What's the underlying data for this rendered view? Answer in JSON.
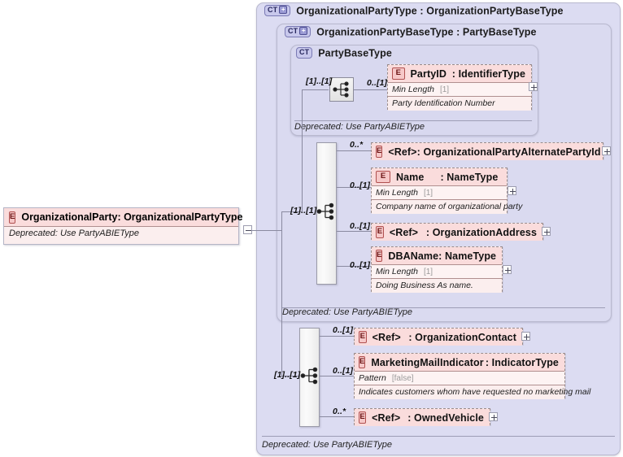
{
  "diagram": {
    "kind": "xsd-schema-diagram",
    "root_element": {
      "badge": "E",
      "name": "OrganizationalParty",
      "separator": ":",
      "type": "OrganizationalPartyType",
      "documentation": "Deprecated: Use PartyABIEType",
      "expander": "minus"
    },
    "containers": [
      {
        "badge": "CT",
        "badge_plus": "+",
        "name": "OrganizationalPartyType",
        "separator": ":",
        "base": "OrganizationPartyBaseType",
        "title": "OrganizationalPartyType : OrganizationPartyBaseType"
      },
      {
        "badge": "CT",
        "badge_plus": "+",
        "name": "OrganizationPartyBaseType",
        "separator": ":",
        "base": "PartyBaseType",
        "title": "OrganizationPartyBaseType : PartyBaseType",
        "documentation": "Deprecated: Use PartyABIEType"
      },
      {
        "badge": "CT",
        "name": "PartyBaseType",
        "title": "PartyBaseType",
        "documentation": "Deprecated: Use PartyABIEType"
      }
    ],
    "outer_documentation": "Deprecated: Use PartyABIEType",
    "compositors": [
      {
        "id": "seq-partybase",
        "kind": "sequence",
        "cardinality": "[1]..[1]"
      },
      {
        "id": "seq-orgbase",
        "kind": "sequence",
        "cardinality": "[1]..[1]"
      },
      {
        "id": "seq-orgtype",
        "kind": "sequence",
        "cardinality": "[1]..[1]"
      }
    ],
    "elements": [
      {
        "id": "partyid",
        "badge": "E",
        "name": "PartyID",
        "separator": ":",
        "type": "IdentifierType",
        "cardinality": "0..[1]",
        "facet_label": "Min Length",
        "facet_value": "[1]",
        "documentation": "Party Identification Number",
        "expander": "plus",
        "is_ref": false
      },
      {
        "id": "orgaltpartyid",
        "badge": "E",
        "name": "<Ref>",
        "separator": ":",
        "type": "OrganizationalPartyAlternatePartyId",
        "cardinality": "0..*",
        "expander": "plus",
        "is_ref": true
      },
      {
        "id": "name",
        "badge": "E",
        "name": "Name",
        "separator": ":",
        "type": "NameType",
        "cardinality": "0..[1]",
        "facet_label": "Min Length",
        "facet_value": "[1]",
        "documentation": "Company name of organizational party",
        "expander": "plus",
        "is_ref": false
      },
      {
        "id": "orgaddress",
        "badge": "E",
        "name": "<Ref>",
        "separator": ":",
        "type": "OrganizationAddress",
        "cardinality": "0..[1]",
        "expander": "plus",
        "is_ref": true
      },
      {
        "id": "dbaname",
        "badge": "E",
        "name": "DBAName",
        "separator": ":",
        "type": "NameType",
        "cardinality": "0..[1]",
        "facet_label": "Min Length",
        "facet_value": "[1]",
        "documentation": "Doing Business As name.",
        "expander": "plus",
        "is_ref": false
      },
      {
        "id": "orgcontact",
        "badge": "E",
        "name": "<Ref>",
        "separator": ":",
        "type": "OrganizationContact",
        "cardinality": "0..[1]",
        "expander": "plus",
        "is_ref": true
      },
      {
        "id": "marketingmail",
        "badge": "E",
        "name": "MarketingMailIndicator",
        "separator": ":",
        "type": "IndicatorType",
        "cardinality": "0..[1]",
        "facet_label": "Pattern",
        "facet_value": "[false]",
        "documentation": "Indicates customers whom have requested no marketing mail",
        "expander": "plus",
        "is_ref": false
      },
      {
        "id": "ownedvehicle",
        "badge": "E",
        "name": "<Ref>",
        "separator": ":",
        "type": "OwnedVehicle",
        "cardinality": "0..*",
        "expander": "plus",
        "is_ref": true
      }
    ],
    "colors": {
      "panel_fill": "#dcdcf2",
      "panel_border": "#b9b9cf",
      "element_header_fill": "#fadcdc",
      "element_body_fill": "#fbeeee",
      "element_border": "#9a8c8c",
      "badge_e_fill": "#f6c8c8",
      "badge_e_border": "#b05050",
      "badge_ct_fill": "#c8c8ec",
      "badge_ct_border": "#7a7ab4",
      "connector": "#8a8aa0",
      "canvas": "#ffffff"
    }
  }
}
